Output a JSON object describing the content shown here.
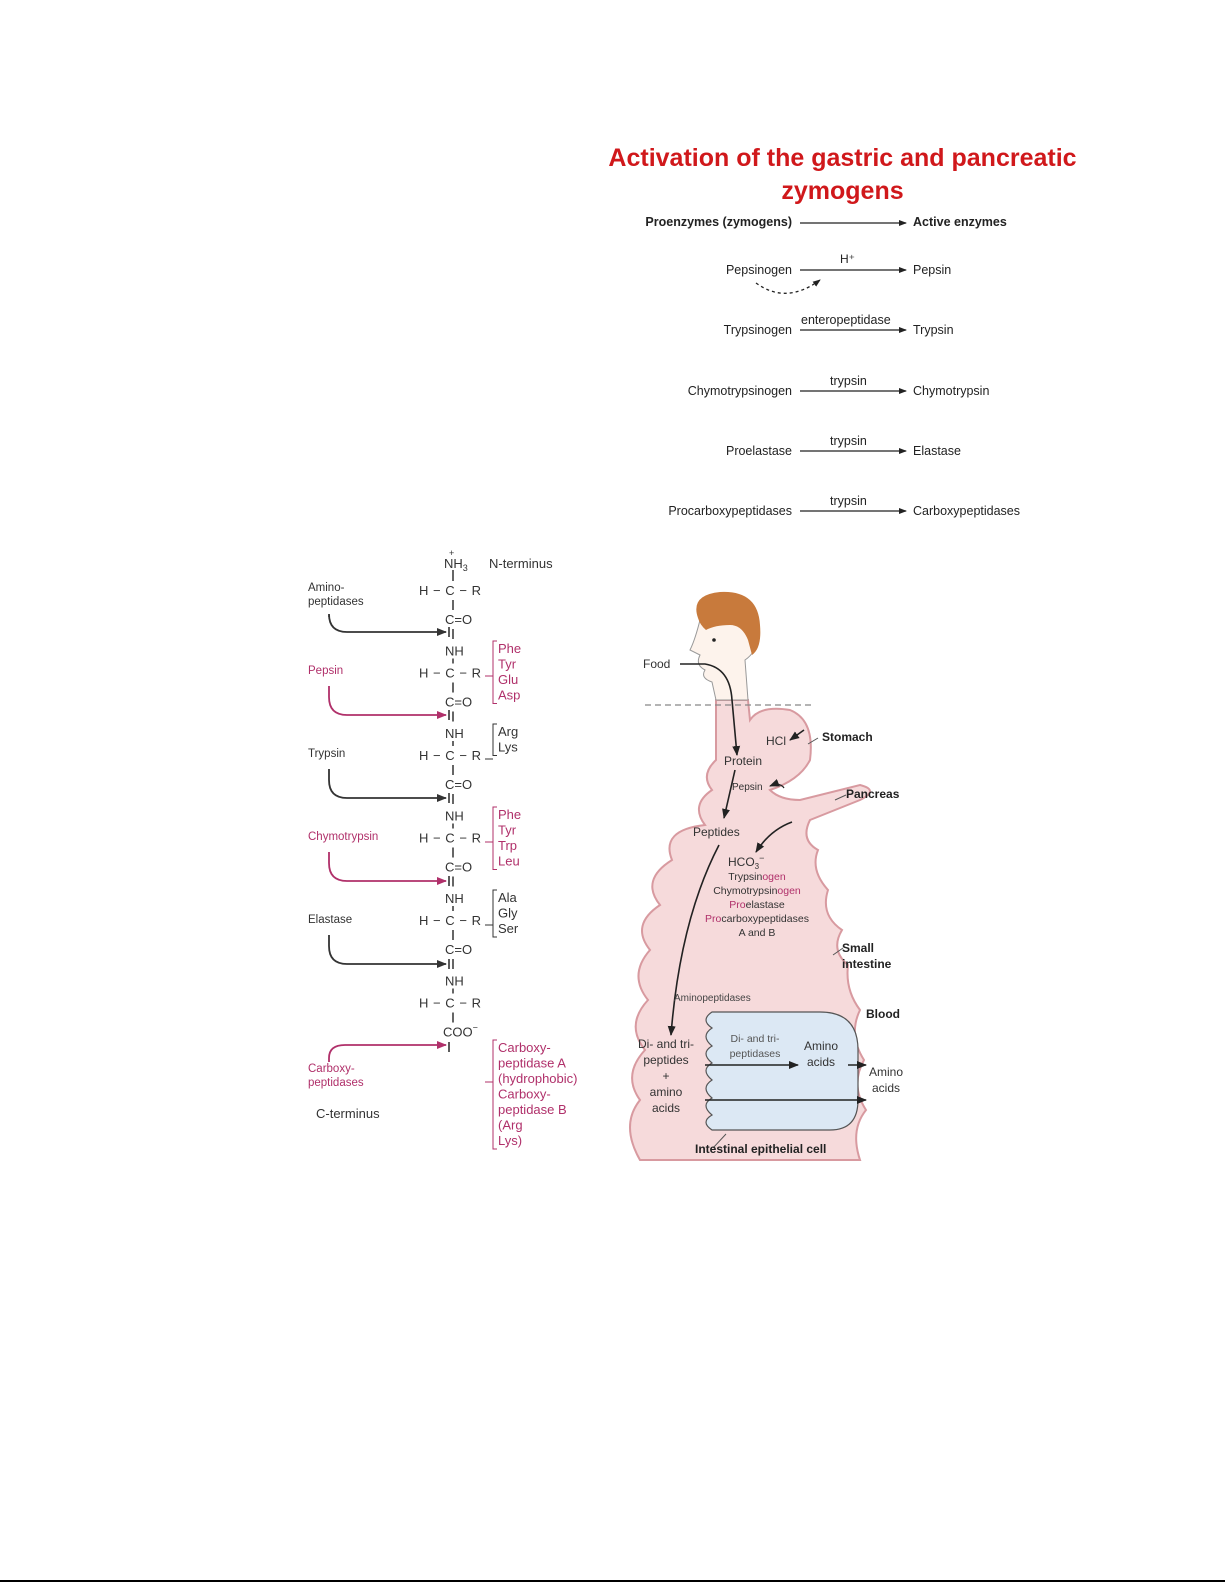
{
  "title": {
    "line1": "Activation of the gastric and pancreatic",
    "line2": "zymogens"
  },
  "colors": {
    "title": "#d0181b",
    "accent_magenta": "#b0306a",
    "tissue_fill": "#f6dadb",
    "tissue_stroke": "#d89aa0",
    "cell_fill": "#dce8f4",
    "hair": "#c87a3c"
  },
  "activation": {
    "header": {
      "from": "Proenzymes (zymogens)",
      "to": "Active enzymes"
    },
    "rows": [
      {
        "zymogen": "Pepsinogen",
        "activator": "H⁺",
        "enzyme": "Pepsin",
        "autocatalytic": true
      },
      {
        "zymogen": "Trypsinogen",
        "activator": "enteropeptidase",
        "enzyme": "Trypsin"
      },
      {
        "zymogen": "Chymotrypsinogen",
        "activator": "trypsin",
        "enzyme": "Chymotrypsin"
      },
      {
        "zymogen": "Proelastase",
        "activator": "trypsin",
        "enzyme": "Elastase"
      },
      {
        "zymogen": "Procarboxypeptidases",
        "activator": "trypsin",
        "enzyme": "Carboxypeptidases"
      }
    ]
  },
  "peptide_chain": {
    "n_terminus": "N-terminus",
    "c_terminus": "C-terminus",
    "nh3": "NH",
    "nh3_sub": "3",
    "nh3_charge": "+",
    "nh": "NH",
    "hcr": "H−C−R",
    "co": "C=O",
    "coo": "COO",
    "coo_charge": "−",
    "enzymes": [
      {
        "label_lines": [
          "Amino-",
          "peptidases"
        ],
        "color": "dark",
        "residues": []
      },
      {
        "label_lines": [
          "Pepsin"
        ],
        "color": "magenta",
        "residues": [
          "Phe",
          "Tyr",
          "Glu",
          "Asp"
        ]
      },
      {
        "label_lines": [
          "Trypsin"
        ],
        "color": "dark",
        "residues": [
          "Arg",
          "Lys"
        ]
      },
      {
        "label_lines": [
          "Chymotrypsin"
        ],
        "color": "magenta",
        "residues": [
          "Phe",
          "Tyr",
          "Trp",
          "Leu"
        ]
      },
      {
        "label_lines": [
          "Elastase"
        ],
        "color": "dark",
        "residues": [
          "Ala",
          "Gly",
          "Ser"
        ]
      },
      {
        "label_lines": [
          "Carboxy-",
          "peptidases"
        ],
        "color": "magenta",
        "residues": [
          "Carboxy-",
          "peptidase A",
          "(hydrophobic)",
          "Carboxy-",
          "peptidase B",
          "(Arg",
          "Lys)"
        ]
      }
    ]
  },
  "digestion": {
    "food": "Food",
    "stomach": "Stomach",
    "hcl": "HCl",
    "protein": "Protein",
    "pepsin": "Pepsin",
    "pancreas": "Pancreas",
    "peptides": "Peptides",
    "hco3": "HCO",
    "hco3_sub": "3",
    "hco3_charge": "−",
    "secretions": [
      {
        "base": "Trypsin",
        "pre": "",
        "post": "ogen"
      },
      {
        "base": "Chymotrypsin",
        "pre": "",
        "post": "ogen"
      },
      {
        "base": "elastase",
        "pre": "Pro",
        "post": ""
      },
      {
        "base": "carboxypeptidases",
        "pre": "Pro",
        "post": ""
      }
    ],
    "secretions_tail": "A and B",
    "small_intestine": [
      "Small",
      "intestine"
    ],
    "aminopeptidases": "Aminopeptidases",
    "blood": "Blood",
    "lumen_products": [
      "Di- and tri-",
      "peptides",
      "+",
      "amino",
      "acids"
    ],
    "cell_enzyme": [
      "Di- and tri-",
      "peptidases"
    ],
    "cell_product": [
      "Amino",
      "acids"
    ],
    "blood_product": [
      "Amino",
      "acids"
    ],
    "epithelial_cell": "Intestinal epithelial cell"
  }
}
